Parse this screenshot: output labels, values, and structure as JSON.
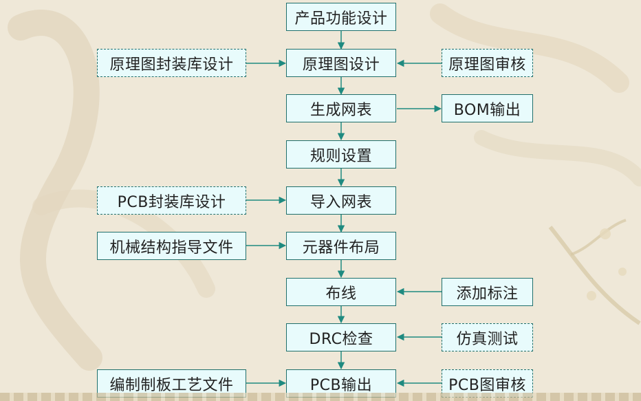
{
  "nodes": {
    "n1": "产品功能设计",
    "n2": "原理图设计",
    "n3": "生成网表",
    "n4": "规则设置",
    "n5": "导入网表",
    "n6": "元器件布局",
    "n7": "布线",
    "n8": "DRC检查",
    "n9": "PCB输出",
    "l1": "原理图封装库设计",
    "l2": "PCB封装库设计",
    "l3": "机械结构指导文件",
    "l4": "编制制板工艺文件",
    "r1": "原理图审核",
    "r2": "BOM输出",
    "r3": "添加标注",
    "r4": "仿真测试",
    "r5": "PCB图审核"
  },
  "colors": {
    "box_fill": "#e8fbfc",
    "box_border": "#1f6f6b",
    "arrow": "#1f8a80"
  }
}
